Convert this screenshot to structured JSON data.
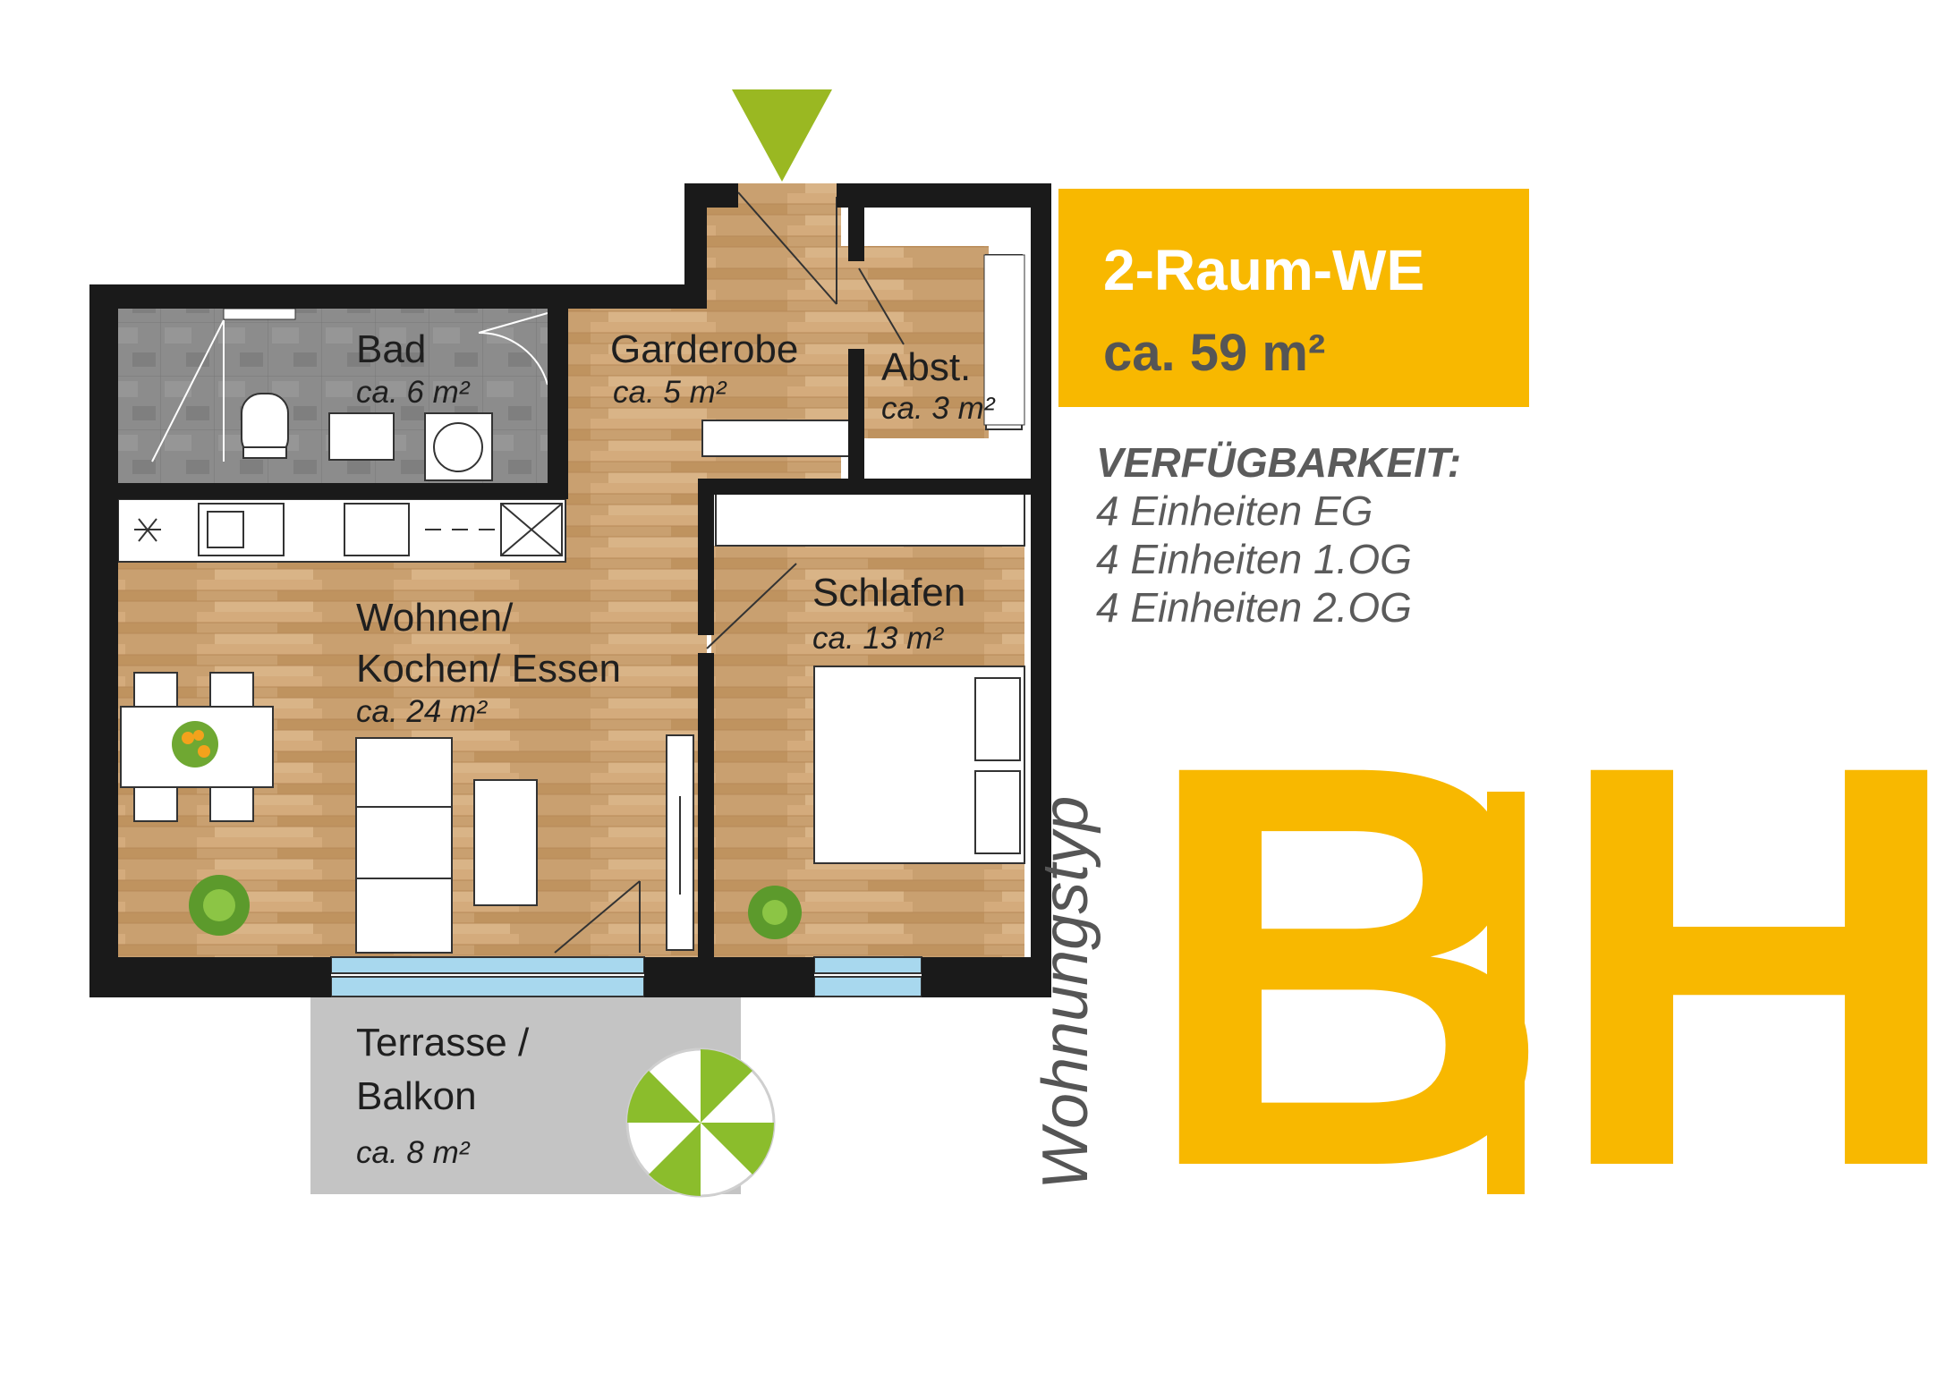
{
  "apartment": {
    "title": "2-Raum-WE",
    "area": "ca. 59 m²"
  },
  "availability": {
    "heading": "VERFÜGBARKEIT:",
    "lines": [
      "4 Einheiten EG",
      "4 Einheiten 1.OG",
      "4 Einheiten 2.OG"
    ]
  },
  "apartment_type": {
    "label": "Wohnungstyp",
    "letter_left": "B",
    "letter_right": "H"
  },
  "rooms": {
    "bad": {
      "name": "Bad",
      "area": "ca. 6 m²"
    },
    "garderobe": {
      "name": "Garderobe",
      "area": "ca. 5 m²"
    },
    "abst": {
      "name": "Abst.",
      "area": "ca. 3 m²"
    },
    "wohnen": {
      "name_line1": "Wohnen/",
      "name_line2": "Kochen/ Essen",
      "area": "ca. 24 m²"
    },
    "schlafen": {
      "name": "Schlafen",
      "area": "ca. 13 m²"
    },
    "terrasse": {
      "name_line1": "Terrasse /",
      "name_line2": "Balkon",
      "area": "ca. 8 m²"
    }
  },
  "colors": {
    "accent": "#f8b800",
    "entrance_marker": "#9ab822",
    "wall": "#1a1a1a",
    "wood": "#c9a070",
    "tile": "#8a8a8a",
    "terrace": "#c4c4c4",
    "window": "#a8d8ee"
  },
  "icons": [
    "entrance-arrow-icon",
    "plant-icon",
    "umbrella-icon",
    "stove-icon",
    "sink-icon",
    "toilet-icon",
    "washing-machine-icon"
  ]
}
